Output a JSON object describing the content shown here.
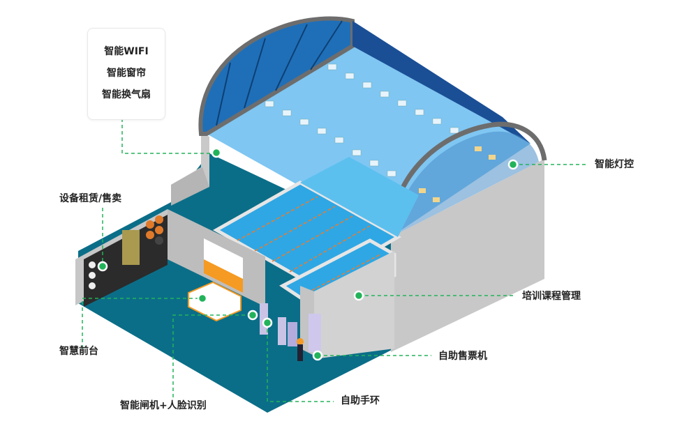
{
  "info_box": {
    "items": [
      "智能WIFI",
      "智能窗帘",
      "智能换气扇"
    ]
  },
  "labels": {
    "lighting": "智能灯控",
    "equipment": "设备租赁/售卖",
    "front_desk": "智慧前台",
    "gate": "智能闸机+人脸识别",
    "wristband": "自助手环",
    "ticket_machine": "自助售票机",
    "training": "培训课程管理"
  },
  "colors": {
    "marker": "#22b35a",
    "floor": "#0b6e88",
    "wall": "#c8c8c8",
    "glass": "#7fc6f2",
    "arch": "#1f6fb8",
    "pool": "#2fa7e4",
    "lane": "#f07a2a"
  }
}
